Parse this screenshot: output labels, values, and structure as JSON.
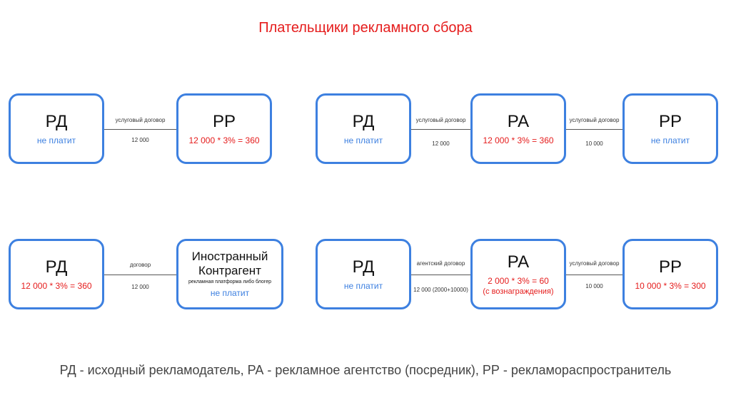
{
  "title": "Плательщики рекламного сбора",
  "diagrams": [
    {
      "boxes": [
        {
          "head": "РД",
          "sub": "не платит"
        },
        {
          "head": "РР",
          "sub": "12 000 * 3% = 360"
        }
      ],
      "links": [
        {
          "top": "услуговый договор",
          "bottom": "12 000"
        }
      ]
    },
    {
      "boxes": [
        {
          "head": "РД",
          "sub": "не платит"
        },
        {
          "head": "РА",
          "sub": "12 000 * 3% = 360"
        },
        {
          "head": "РР",
          "sub": "не платит"
        }
      ],
      "links": [
        {
          "top": "услуговый договор",
          "bottom": "12 000"
        },
        {
          "top": "услуговый договор",
          "bottom": "10 000"
        }
      ]
    },
    {
      "boxes": [
        {
          "head": "РД",
          "sub": "12 000 * 3% = 360"
        },
        {
          "head1": "Иностранный",
          "head2": "Контрагент",
          "note": "рекламная платформа либо блогер",
          "sub": "не платит"
        }
      ],
      "links": [
        {
          "top": "договор",
          "bottom": "12 000"
        }
      ]
    },
    {
      "boxes": [
        {
          "head": "РД",
          "sub": "не платит"
        },
        {
          "head": "РА",
          "sub": "2 000 * 3% = 60",
          "sub2": "(с вознаграждения)"
        },
        {
          "head": "РР",
          "sub": "10 000 * 3% = 300"
        }
      ],
      "links": [
        {
          "top": "агентский договор",
          "bottom": "12 000 (2000+10000)"
        },
        {
          "top": "услуговый договор",
          "bottom": "10 000"
        }
      ]
    }
  ],
  "legend": "РД - исходный рекламодатель, РА - рекламное агентство (посредник), РР - рекламораспространитель",
  "colors": {
    "border": "#3d80e0",
    "payer": "#e51c1c",
    "nonpayer": "#3d80e0"
  }
}
